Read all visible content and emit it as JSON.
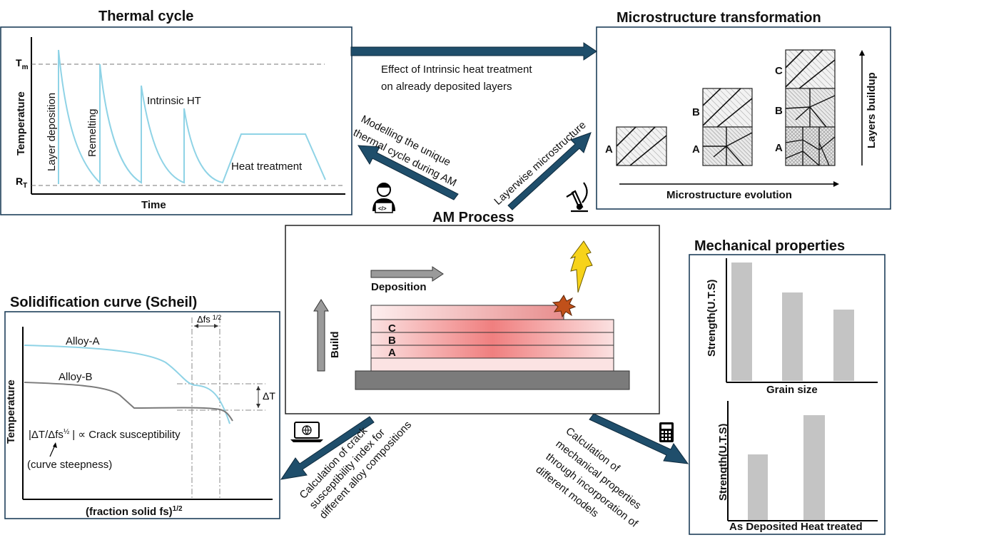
{
  "colors": {
    "panel_border": "#1e3f5a",
    "arrow_fill": "#1f4e6b",
    "thermal_line": "#8fd3e6",
    "alloy_a": "#8fd3e6",
    "alloy_b": "#7a7a7a",
    "bar": "#c4c4c4",
    "layer": "#f19a9a",
    "substrate": "#7b7b7b"
  },
  "thermal": {
    "title": "Thermal cycle",
    "ylabel": "Temperature",
    "xlabel": "Time",
    "tm_main": "T",
    "tm_sub": "m",
    "rt_main": "R",
    "rt_sub": "T",
    "labels": {
      "layer_deposition": "Layer deposition",
      "remelting": "Remelting",
      "intrinsic_ht": "Intrinsic HT",
      "heat_treatment": "Heat treatment"
    }
  },
  "micro": {
    "title": "Microstructure transformation",
    "xlabel": "Microstructure evolution",
    "ylabel": "Layers buildup",
    "labels": {
      "a": "A",
      "b": "B",
      "c": "C"
    }
  },
  "scheil": {
    "title": "Solidification curve (Scheil)",
    "ylabel": "Temperature",
    "xlabel_main": "(fraction solid fs)",
    "xlabel_sup": "1/2",
    "alloy_a": "Alloy-A",
    "alloy_b": "Alloy-B",
    "delta_fs": "Δfs",
    "delta_fs_sup": "1/2",
    "delta_t": "ΔT",
    "formula_left": "|ΔT/Δfs",
    "formula_sup": "½",
    "formula_right": "| ∝ Crack susceptibility",
    "steepness": "(curve steepness)"
  },
  "am": {
    "title": "AM Process",
    "deposition": "Deposition",
    "build": "Build",
    "layers": {
      "c": "C",
      "b": "B",
      "a": "A"
    }
  },
  "mech": {
    "title": "Mechanical properties",
    "top": {
      "ylabel": "Strength(U.T.S)",
      "xlabel": "Grain size"
    },
    "bottom": {
      "ylabel": "Strength(U.T.S)",
      "categories": [
        "As Deposited",
        "Heat treated"
      ]
    }
  },
  "arrows": {
    "effect_line1": "Effect of Intrinsic heat treatment",
    "effect_line2": "on already deposited layers",
    "modelling_line1": "Modelling the unique",
    "modelling_line2": "thermal cycle during AM",
    "layerwise": "Layerwise microstructure",
    "crack_line1": "Calculation of crack",
    "crack_line2": "susceptibility index for",
    "crack_line3": "different alloy compositions",
    "mech_line1": "Calculation of",
    "mech_line2": "mechanical properties",
    "mech_line3": "through incorporation of",
    "mech_line4": "different models"
  },
  "icons": {
    "modelling": "person-laptop-icon",
    "microscope": "microscope-icon",
    "computer": "laptop-globe-icon",
    "calculator": "calculator-icon",
    "laser": "lightning-bolt-icon",
    "melt": "melt-spark-icon"
  }
}
